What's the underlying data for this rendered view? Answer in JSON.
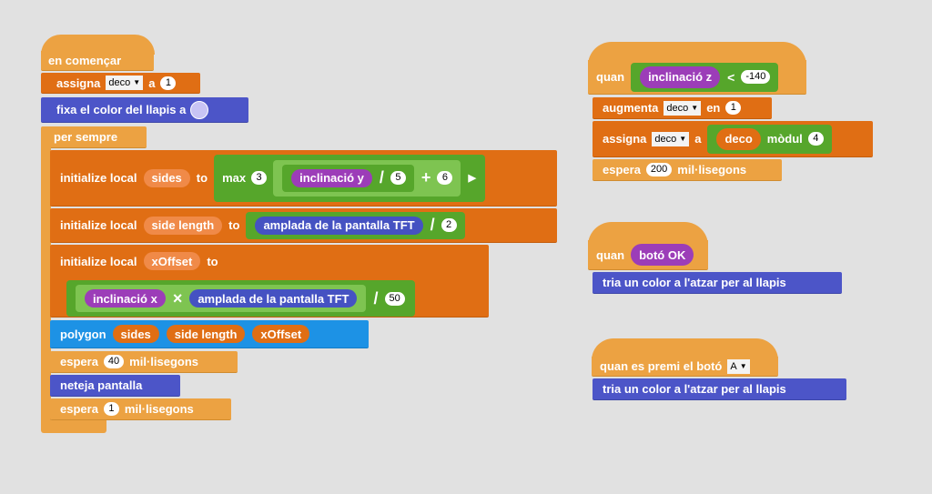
{
  "script1": {
    "hat": "en començar",
    "assign": {
      "label": "assigna",
      "var": "deco",
      "to": "a",
      "value": "1"
    },
    "pen_color": {
      "label": "fixa el color del llapis a",
      "swatch": "#c8c4f4"
    },
    "forever": "per sempre",
    "local1": {
      "label": "initialize local",
      "name": "sides",
      "to": "to",
      "max": "max",
      "max_arg": "3",
      "reporter": "inclinació y",
      "div": "/",
      "div_arg": "5",
      "plus": "+",
      "plus_arg": "6"
    },
    "local2": {
      "label": "initialize local",
      "name": "side length",
      "to": "to",
      "reporter": "amplada de la pantalla TFT",
      "div": "/",
      "div_arg": "2"
    },
    "local3": {
      "label": "initialize local",
      "name": "xOffset",
      "to": "to",
      "reporter_a": "inclinació x",
      "times": "×",
      "reporter_b": "amplada de la pantalla TFT",
      "div": "/",
      "div_arg": "50"
    },
    "polygon": {
      "label": "polygon",
      "a": "sides",
      "b": "side length",
      "c": "xOffset"
    },
    "wait1": {
      "label": "espera",
      "value": "40",
      "unit": "mil·lisegons"
    },
    "clear": "neteja pantalla",
    "wait2": {
      "label": "espera",
      "value": "1",
      "unit": "mil·lisegons"
    }
  },
  "script2": {
    "hat": "quan",
    "reporter": "inclinació z",
    "lt": "<",
    "value": "-140",
    "increase": {
      "label": "augmenta",
      "var": "deco",
      "in": "en",
      "value": "1"
    },
    "assign": {
      "label": "assigna",
      "var": "deco",
      "to": "a",
      "reporter": "deco",
      "mod": "mòdul",
      "mod_arg": "4"
    },
    "wait": {
      "label": "espera",
      "value": "200",
      "unit": "mil·lisegons"
    }
  },
  "script3": {
    "hat": "quan",
    "reporter": "botó OK",
    "action": "tria un color a l'atzar per al llapis"
  },
  "script4": {
    "hat": "quan es premi el botó",
    "button": "A",
    "action": "tria un color a l'atzar per al llapis"
  }
}
